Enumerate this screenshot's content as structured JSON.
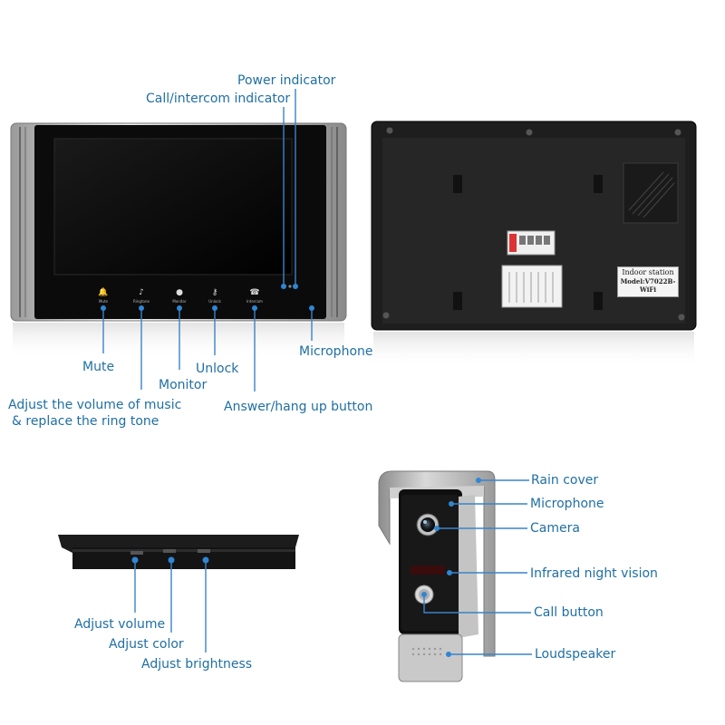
{
  "front_panel": {
    "labels": {
      "power_indicator": "Power indicator",
      "call_indicator": "Call/intercom indicator",
      "mute": "Mute",
      "volume_music_line1": "Adjust the volume of music",
      "volume_music_line2": "& replace the ring tone",
      "monitor": "Monitor",
      "unlock": "Unlock",
      "answer": "Answer/hang up button",
      "microphone": "Microphone"
    },
    "button_captions": [
      "Mute",
      "Ringtone",
      "Monitor",
      "Unlock",
      "Intercom"
    ]
  },
  "rear_panel": {
    "station_plate_title": "Indoor station",
    "station_plate_model": "Model:V7022B-WiFi"
  },
  "side_view": {
    "labels": {
      "adjust_volume": "Adjust volume",
      "adjust_color": "Adjust color",
      "adjust_brightness": "Adjust brightness"
    }
  },
  "doorbell": {
    "labels": {
      "rain_cover": "Rain cover",
      "microphone": "Microphone",
      "camera": "Camera",
      "infrared": "Infrared night vision",
      "call_button": "Call button",
      "loudspeaker": "Loudspeaker"
    }
  },
  "colors": {
    "label_text": "#1f6fa3",
    "leader_line": "#3a83c8",
    "dot": "#2f86d4"
  }
}
